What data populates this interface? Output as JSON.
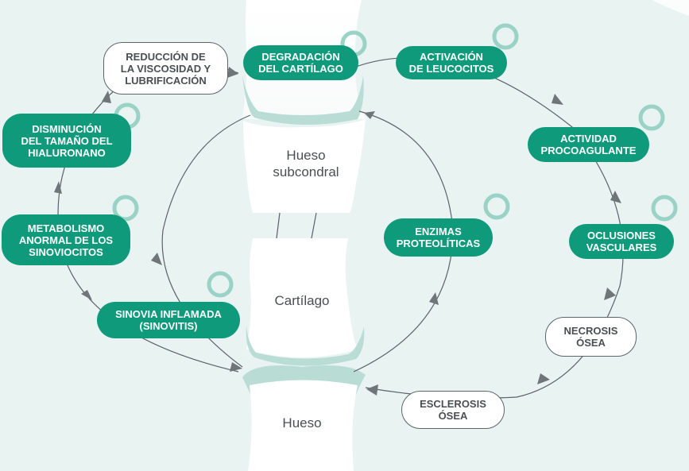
{
  "colors": {
    "background": "#e8f3f2",
    "node_green": "#0f9a7c",
    "node_white": "#ffffff",
    "node_border": "#5d6468",
    "text_dark": "#4a4f52",
    "cartilage": "#b9ddd5",
    "ring_icon": "#9ad3c6",
    "arrow": "#707579"
  },
  "bones": {
    "upper": "Hueso\nsubcondral",
    "middle": "Cartílago",
    "lower": "Hueso"
  },
  "outer_cycle": [
    {
      "id": "degradacion",
      "label": "DEGRADACIÓN\nDEL CARTÍLAGO",
      "style": "green",
      "icon": "ring-icon"
    },
    {
      "id": "activacion",
      "label": "ACTIVACIÓN\nDE LEUCOCITOS",
      "style": "green",
      "icon": "ring-icon"
    },
    {
      "id": "procoagulante",
      "label": "ACTIVIDAD\nPROCOAGULANTE",
      "style": "green",
      "icon": "ring-icon"
    },
    {
      "id": "oclusiones",
      "label": "OCLUSIONES\nVASCULARES",
      "style": "green",
      "icon": "ring-icon"
    },
    {
      "id": "necrosis",
      "label": "NECROSIS\nÓSEA",
      "style": "white"
    },
    {
      "id": "esclerosis",
      "label": "ESCLEROSIS\nÓSEA",
      "style": "white"
    }
  ],
  "left_cycle": [
    {
      "id": "sinovitis",
      "label": "SINOVIA INFLAMADA\n(SINOVITIS)",
      "style": "green",
      "icon": "ring-icon"
    },
    {
      "id": "metabolismo",
      "label": "METABOLISMO\nANORMAL DE LOS\nSINOVIOCITOS",
      "style": "green",
      "icon": "ring-icon"
    },
    {
      "id": "hialuronano",
      "label": "DISMINUCIÓN\nDEL TAMAÑO DEL\nHIALURONANO",
      "style": "green",
      "icon": "ring-icon"
    },
    {
      "id": "viscosidad",
      "label": "REDUCCIÓN DE\nLA VISCOSIDAD Y\nLUBRIFICACIÓN",
      "style": "white"
    }
  ],
  "inner_cycle": [
    {
      "id": "enzimas",
      "label": "ENZIMAS\nPROTEOLÍTICAS",
      "style": "green",
      "icon": "ring-icon"
    }
  ]
}
